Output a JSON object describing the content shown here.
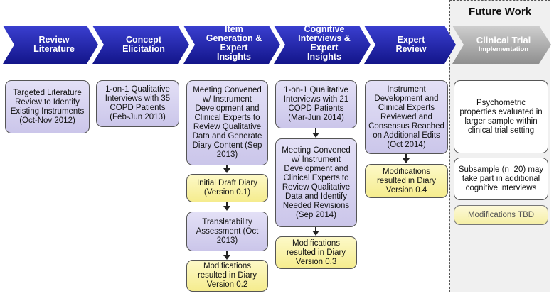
{
  "future_work": {
    "title": "Future Work"
  },
  "stages": [
    {
      "label": "Review\nLiterature"
    },
    {
      "label": "Concept\nElicitation"
    },
    {
      "label": "Item\nGeneration &\nExpert\nInsights"
    },
    {
      "label": "Cognitive\nInterviews &\nExpert\nInsights"
    },
    {
      "label": "Expert\nReview"
    },
    {
      "label": "Clinical Trial",
      "sublabel": "Implementation"
    }
  ],
  "boxes": {
    "lit_review": "Targeted Literature Review to Identify Existing Instruments (Oct-Nov 2012)",
    "concept_interviews": "1-on-1 Qualitative Interviews with 35 COPD Patients (Feb-Jun 2013)",
    "meeting_2013": "Meeting Convened w/ Instrument Development and Clinical Experts to Review Qualitative Data and Generate Diary Content (Sep 2013)",
    "initial_draft": "Initial Draft Diary (Version 0.1)",
    "translatability": "Translatability Assessment (Oct 2013)",
    "mods_02": "Modifications resulted in Diary Version 0.2",
    "cog_interviews": "1-on-1 Qualitative Interviews with 21 COPD Patients (Mar-Jun 2014)",
    "meeting_2014": "Meeting Convened w/ Instrument Development and Clinical Experts to Review Qualitative Data and Identify Needed Revisions (Sep 2014)",
    "mods_03": "Modifications resulted in Diary Version 0.3",
    "expert_review": "Instrument Development and Clinical Experts Reviewed and Consensus Reached on Additional Edits (Oct 2014)",
    "mods_04": "Modifications resulted in Diary Version 0.4",
    "psychometric": "Psychometric properties evaluated in larger sample within clinical trial setting",
    "subsample": "Subsample (n=20) may take part in additional cognitive interviews",
    "mods_tbd": "Modifications TBD"
  },
  "colors": {
    "chevron_blue": "#1f22a8",
    "chevron_gray": "#a8a8a8",
    "lavender": "#d4d0ee",
    "yellow": "#f7ef9f"
  }
}
